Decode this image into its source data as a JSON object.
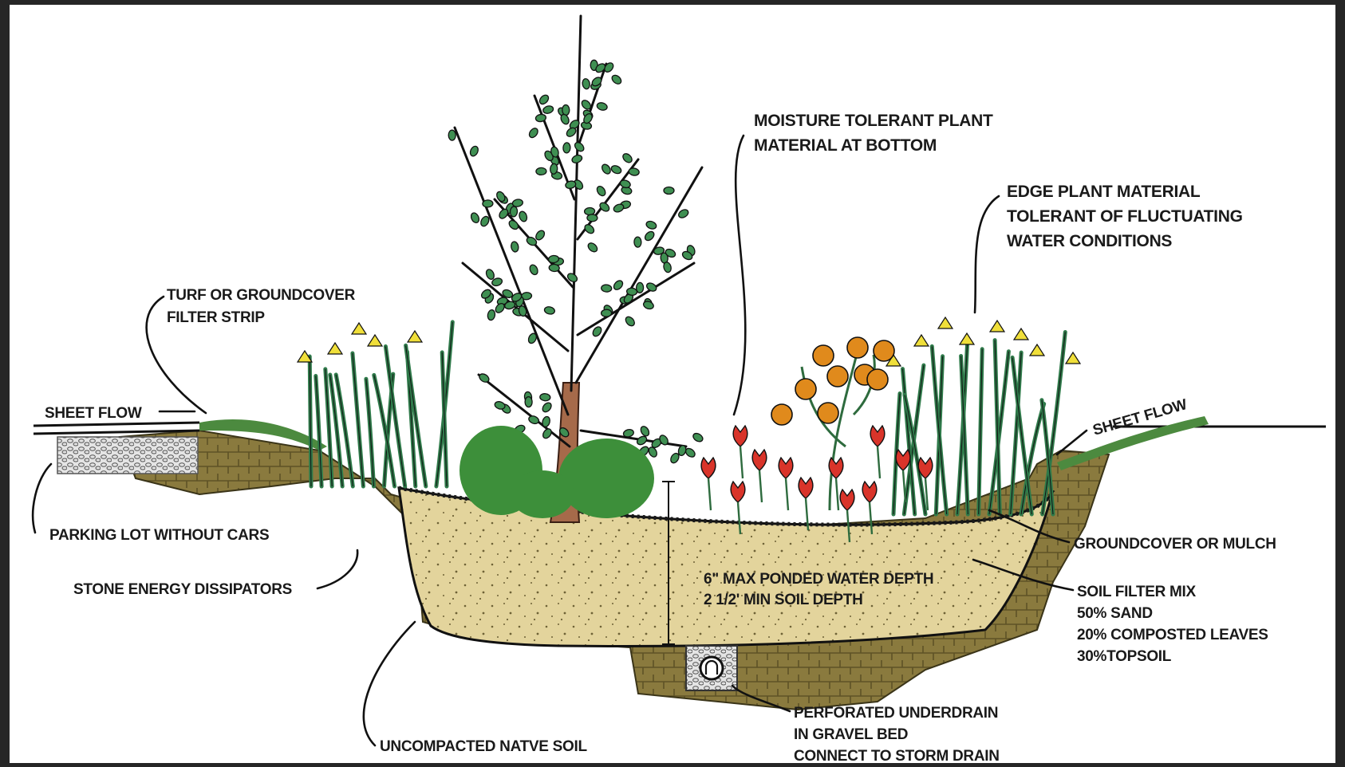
{
  "diagram": {
    "labels": {
      "moisture_tolerant": [
        "MOISTURE TOLERANT PLANT",
        "MATERIAL AT BOTTOM"
      ],
      "edge_plant": [
        "EDGE PLANT MATERIAL",
        "TOLERANT OF FLUCTUATING",
        "WATER CONDITIONS"
      ],
      "turf_filter": [
        "TURF OR GROUNDCOVER",
        "FILTER STRIP"
      ],
      "sheet_flow_left": "SHEET FLOW",
      "sheet_flow_right": "SHEET FLOW",
      "parking_lot": "PARKING LOT WITHOUT CARS",
      "stone_dissipators": "STONE ENERGY DISSIPATORS",
      "groundcover_mulch": "GROUNDCOVER OR MULCH",
      "ponded_depth": "6\" MAX PONDED WATER DEPTH",
      "soil_depth": "2 1/2' MIN SOIL DEPTH",
      "soil_filter_mix": [
        "SOIL FILTER MIX",
        "50% SAND",
        "20% COMPOSTED LEAVES",
        "30%TOPSOIL"
      ],
      "uncompacted_soil": "UNCOMPACTED NATVE SOIL",
      "underdrain": [
        "PERFORATED UNDERDRAIN",
        "IN GRAVEL BED",
        "CONNECT TO STORM DRAIN"
      ]
    },
    "colors": {
      "background": "#ffffff",
      "frame": "#262626",
      "native_soil": "#8a7a3e",
      "filter_soil": "#e3d49c",
      "foliage": "#3f8f52",
      "shrub": "#3d8f3a",
      "daffodil": "#f0df3a",
      "orange_flower": "#e08a1c",
      "red_flower": "#d9342a",
      "trunk": "#a66a4a"
    }
  }
}
